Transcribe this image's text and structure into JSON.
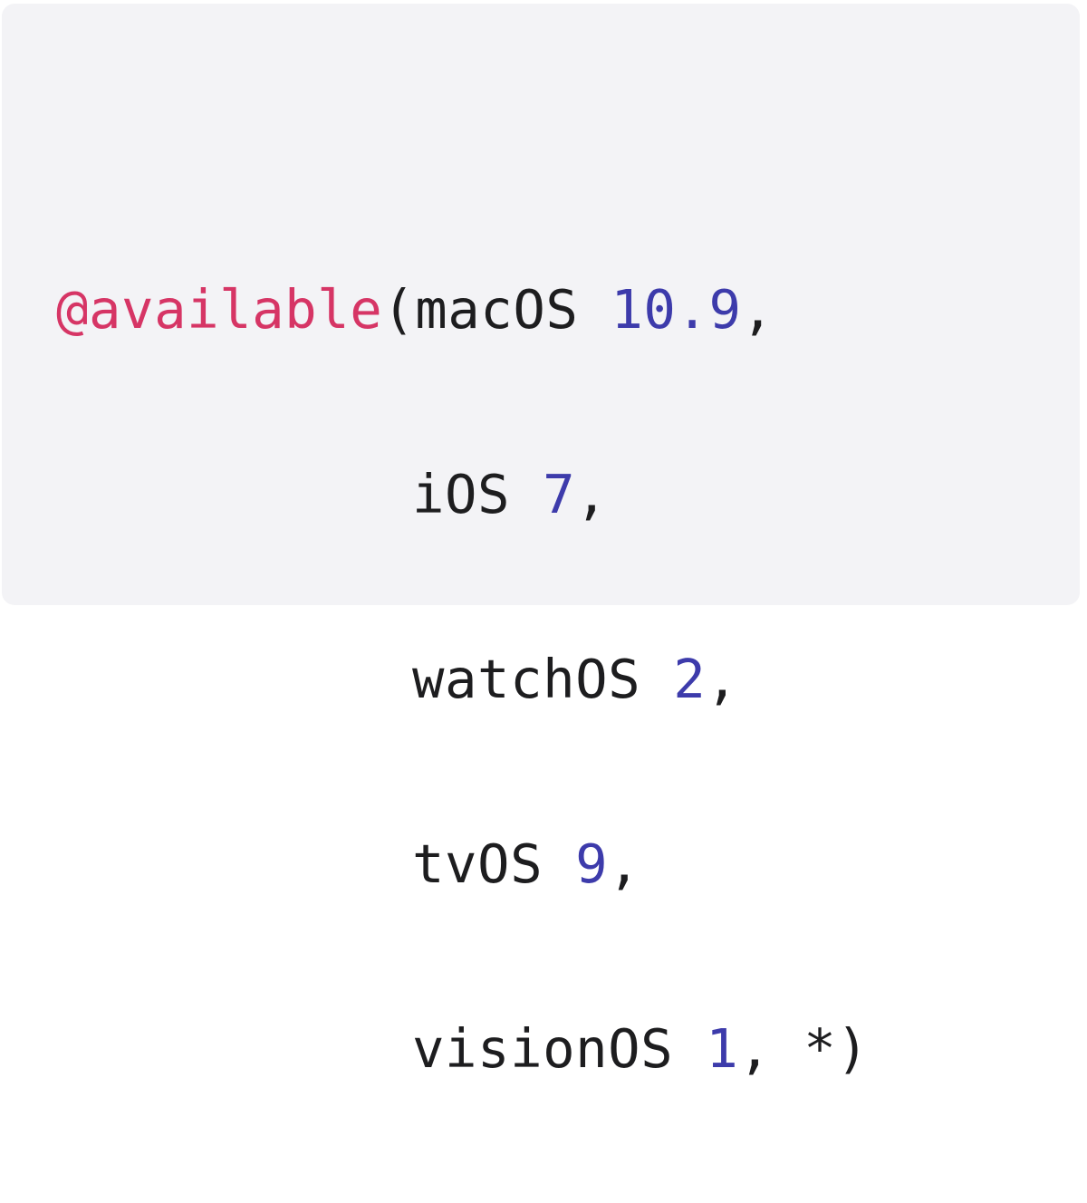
{
  "colors": {
    "background": "#f3f3f6",
    "attribute": "#d63565",
    "number": "#3d3bab",
    "text": "#1d1d1f"
  },
  "code": {
    "attribute": "@available",
    "open_paren": "(",
    "lines": [
      {
        "platform": "macOS",
        "version": "10.9",
        "trailer": ","
      },
      {
        "platform": "iOS",
        "version": "7",
        "trailer": ","
      },
      {
        "platform": "watchOS",
        "version": "2",
        "trailer": ","
      },
      {
        "platform": "tvOS",
        "version": "9",
        "trailer": ","
      },
      {
        "platform": "visionOS",
        "version": "1",
        "trailer": ", *)"
      }
    ]
  }
}
